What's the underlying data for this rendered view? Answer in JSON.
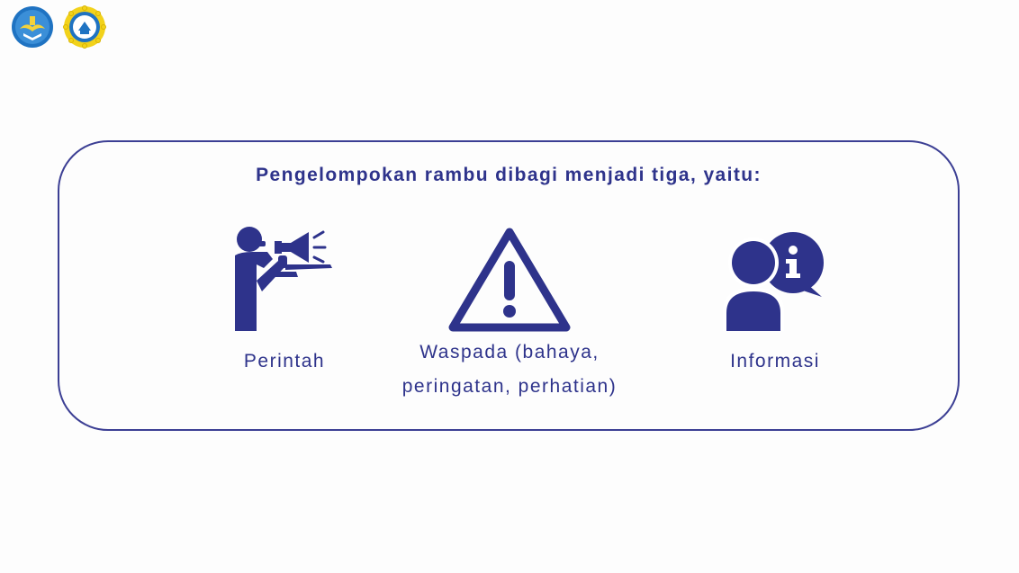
{
  "header": {
    "logos": [
      {
        "icon": "tut-wuri-handayani-logo"
      },
      {
        "icon": "school-emblem-logo"
      }
    ]
  },
  "card": {
    "title": "Pengelompokan rambu dibagi menjadi tiga, yaitu:",
    "categories": [
      {
        "label": "Perintah",
        "icon": "megaphone-person-icon"
      },
      {
        "label_line1": "Waspada (bahaya,",
        "label_line2": "peringatan, perhatian)",
        "icon": "warning-triangle-icon"
      },
      {
        "label": "Informasi",
        "icon": "person-info-bubble-icon"
      }
    ]
  },
  "colors": {
    "primary": "#2e338b",
    "border": "#3c3f94",
    "logo_yellow": "#f2d21b",
    "logo_blue": "#1f73c2",
    "background": "#fdfdfd"
  }
}
